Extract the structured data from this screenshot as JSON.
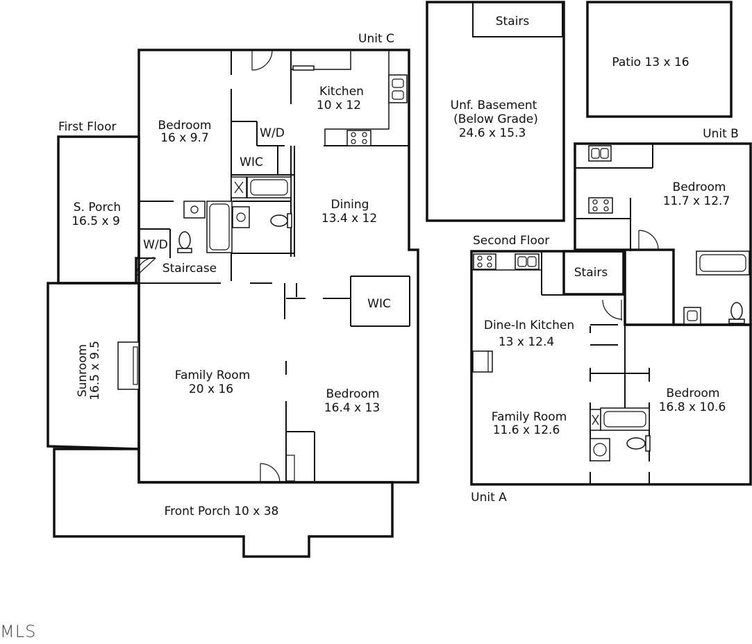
{
  "first_floor": {
    "label": "First Floor",
    "unit_label": "Unit C",
    "rooms": {
      "bedroom_nw": {
        "name": "Bedroom",
        "size": "16 x 9.7"
      },
      "kitchen": {
        "name": "Kitchen",
        "size": "10 x 12"
      },
      "wd_upper": "W/D",
      "wic_upper": "WIC",
      "dining": {
        "name": "Dining",
        "size": "13.4 x 12"
      },
      "s_porch": {
        "name": "S. Porch",
        "size": "16.5 x 9"
      },
      "wd_lower": "W/D",
      "staircase": "Staircase",
      "wic_lower": "WIC",
      "sunroom": {
        "name": "Sunroom",
        "size": "16.5 x 9.5"
      },
      "family_room": {
        "name": "Family Room",
        "size": "20 x 16"
      },
      "bedroom_se": {
        "name": "Bedroom",
        "size": "16.4 x 13"
      },
      "front_porch": "Front Porch 10 x 38"
    }
  },
  "basement": {
    "stairs": "Stairs",
    "name": "Unf. Basement",
    "note": "(Below Grade)",
    "size": "24.6 x 15.3"
  },
  "patio": "Patio 13 x 16",
  "second_floor": {
    "label": "Second Floor",
    "unit_b_label": "Unit B",
    "unit_a_label": "Unit A",
    "rooms": {
      "bedroom_b": {
        "name": "Bedroom",
        "size": "11.7 x 12.7"
      },
      "stairs": "Stairs",
      "dine_in_kitchen": {
        "name": "Dine-In Kitchen",
        "size": "13 x 12.4"
      },
      "family_room": {
        "name": "Family Room",
        "size": "11.6 x 12.6"
      },
      "bedroom_a": {
        "name": "Bedroom",
        "size": "16.8 x 10.6"
      }
    }
  },
  "watermark": "MLS",
  "icons": [
    "sink-icon",
    "stove-icon",
    "toilet-icon",
    "bathtub-icon",
    "fireplace-icon",
    "door-swing-icon"
  ]
}
